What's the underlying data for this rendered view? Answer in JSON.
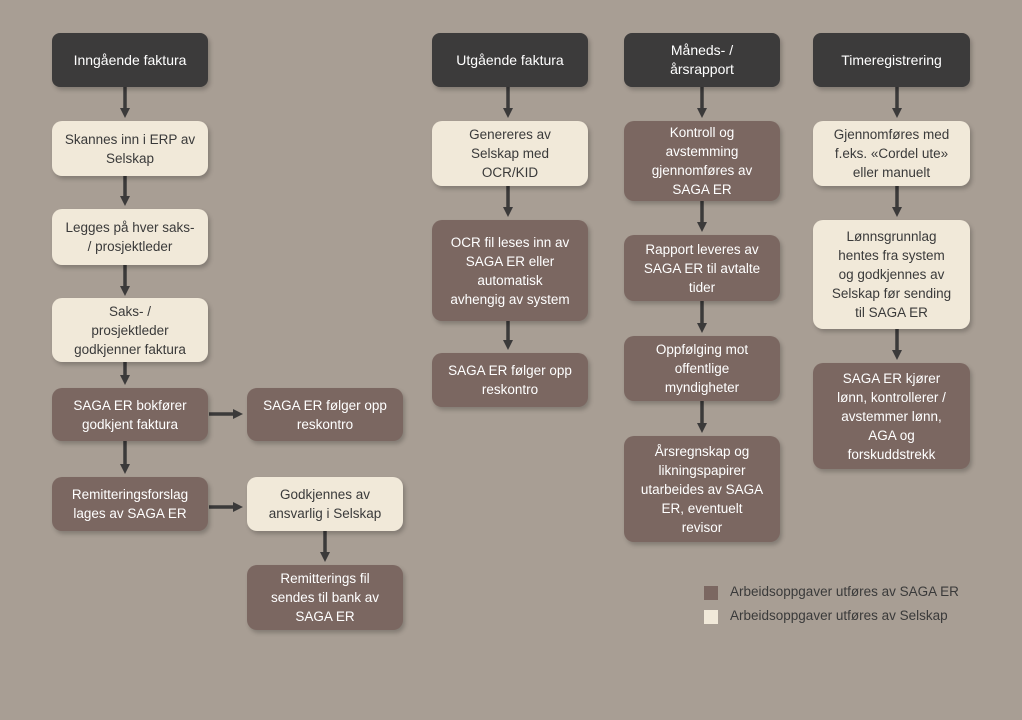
{
  "columns": {
    "inngaende": {
      "header": "Inngående faktura",
      "step1": "Skannes inn i ERP av\nSelskap",
      "step2": "Legges på hver saks-\n/ prosjektleder",
      "step3": "Saks- /\nprosjektleder\ngodkjenner faktura",
      "step4": "SAGA ER bokfører\ngodkjent faktura",
      "step4_side": "SAGA ER følger opp\nreskontro",
      "step5": "Remitteringsforslag\nlages av SAGA ER",
      "step5_side": "Godkjennes av\nansvarlig i Selskap",
      "step6": "Remitterings fil\nsendes til bank av\nSAGA ER"
    },
    "utgaende": {
      "header": "Utgående faktura",
      "step1": "Genereres av\nSelskap med\nOCR/KID",
      "step2": "OCR fil leses inn av\nSAGA ER eller\nautomatisk\navhengig av system",
      "step3": "SAGA ER følger opp\nreskontro"
    },
    "maanedsrapport": {
      "header": "Måneds- /\nårsrapport",
      "step1": "Kontroll og\navstemming\ngjennomføres av\nSAGA ER",
      "step2": "Rapport leveres av\nSAGA ER til avtalte\ntider",
      "step3": "Oppfølging mot\noffentlige\nmyndigheter",
      "step4": "Årsregnskap og\nlikningspapirer\nutarbeides av SAGA\nER, eventuelt\nrevisor"
    },
    "timeregistrering": {
      "header": "Timeregistrering",
      "step1": "Gjennomføres med\nf.eks. «Cordel ute»\neller manuelt",
      "step2": "Lønnsgrunnlag\nhentes fra system\nog godkjennes av\nSelskap før sending\ntil SAGA ER",
      "step3": "SAGA ER kjører\nlønn, kontrollerer /\navstemmer lønn,\nAGA og\nforskuddstrekk"
    }
  },
  "legend": {
    "saga": "Arbeidsoppgaver utføres av SAGA ER",
    "selskap": "Arbeidsoppgaver utføres av Selskap"
  },
  "colors": {
    "background": "#a89e94",
    "header": "#3c3b3b",
    "saga": "#7b6761",
    "selskap": "#f1e9d9",
    "arrow": "#3b3a3a"
  }
}
